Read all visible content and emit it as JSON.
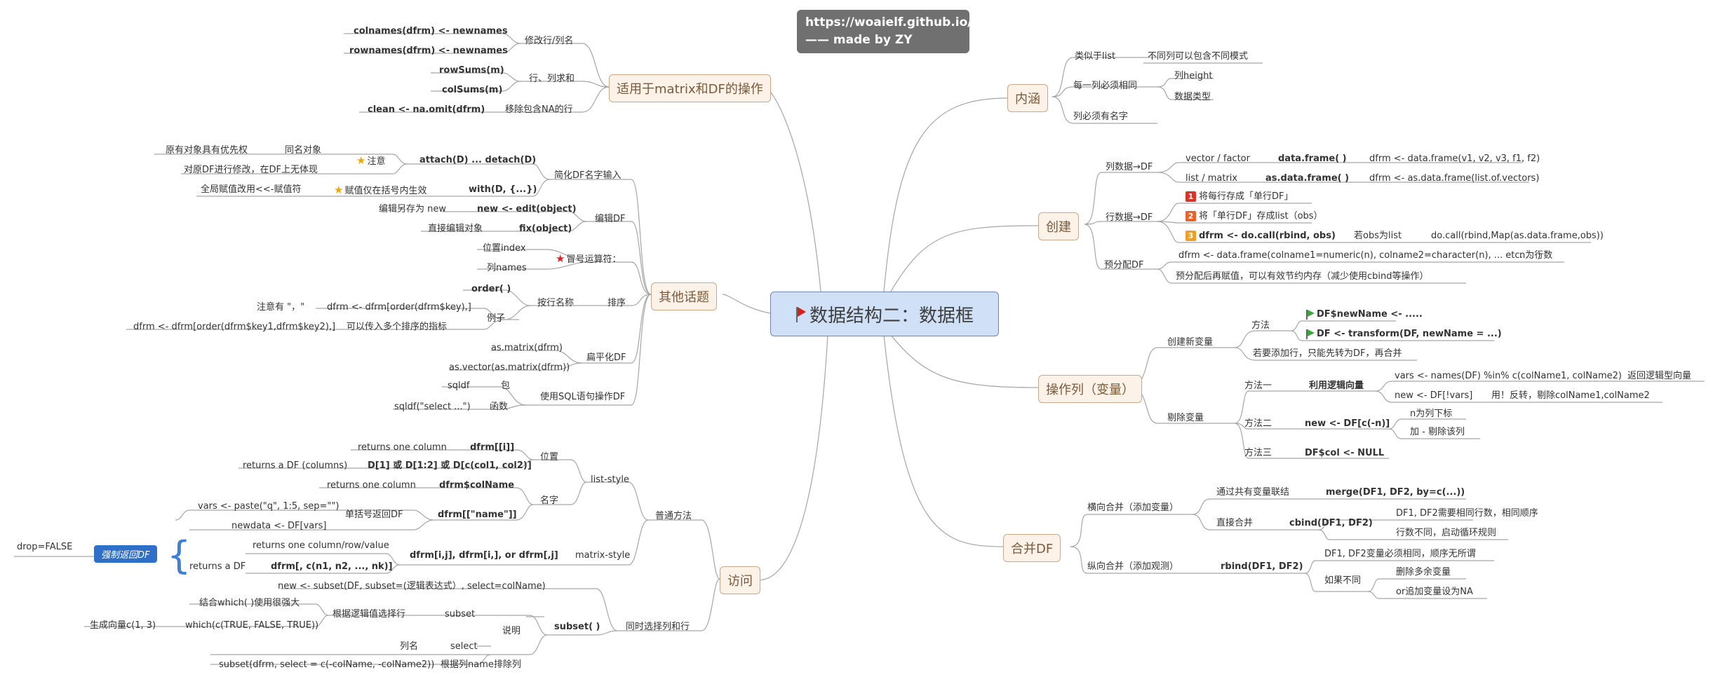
{
  "header": {
    "url_line1": "https://woaielf.github.io/",
    "url_line2": "—— made by ZY"
  },
  "central": {
    "title": "数据结构二：数据框"
  },
  "tag": {
    "label": "强制返回DF"
  },
  "topics": {
    "matrix_df": "适用于matrix和DF的操作",
    "other": "其他话题",
    "access": "访问",
    "meaning": "内涵",
    "create": "创建",
    "col_ops": "操作列（变量）",
    "merge": "合并DF"
  },
  "nodes": {
    "m_colnames": "colnames(dfrm) <- newnames",
    "m_rownames": "rownames(dfrm) <- newnames",
    "m_mod": "修改行/列名",
    "m_rowsums": "rowSums(m)",
    "m_colsums": "colSums(m)",
    "m_rowcol": "行、列求和",
    "m_clean": "clean <- na.omit(dfrm)",
    "m_na": "移除包含NA的行",
    "o_orig": "原有对象具有优先权",
    "o_same": "同名对象",
    "o_note": "注意",
    "o_attach": "attach(D) ... detach(D)",
    "o_simplify": "简化DF名字输入",
    "o_whole": "对原DF进行修改，在DF上无体现",
    "o_global": "全局赋值改用<<-赋值符",
    "o_assign": "赋值仅在括号内生效",
    "o_with": "with(D, {...})",
    "o_saveas": "编辑另存为 new",
    "o_edit_cmd": "new <- edit(object)",
    "o_edit": "编辑DF",
    "o_direct": "直接编辑对象",
    "o_fix": "fix(object)",
    "o_posindex": "位置index",
    "o_colnames": "列names",
    "o_colon": "冒号运算符：",
    "o_order": "order( )",
    "o_byname": "按行名称",
    "o_sort": "排序",
    "o_note2": "注意有 \"，\"",
    "o_order_ex": "dfrm <- dfrm[order(dfrm$key),]",
    "o_example": "例子",
    "o_order2": "dfrm <- dfrm[order(dfrm$key1,dfrm$key2),]",
    "o_multi": "可以传入多个排序的指标",
    "o_asmatrix": "as.matrix(dfrm)",
    "o_asvector": "as.vector(as.matrix(dfrm))",
    "o_flatten": "扁平化DF",
    "o_sqldf": "sqldf",
    "o_pkg": "包",
    "o_sqlcall": "sqldf(\"select ...\")",
    "o_func": "函数",
    "o_sql": "使用SQL语句操作DF",
    "a_ret_one": "returns one column",
    "a_dfrm_i": "dfrm[[i]]",
    "a_ret_df": "returns a DF (columns)",
    "a_d1": "D[1] 或 D[1:2] 或 D[c(col1, col2)]",
    "a_pos": "位置",
    "a_listsyle": "list-style",
    "a_ret_one2": "returns one column",
    "a_colname": "dfrm$colName",
    "a_vars": "vars <- paste(\"q\", 1:5, sep=\"\")",
    "a_single": "单括号返回DF",
    "a_dname": "dfrm[[\"name\"]]",
    "a_name": "名字",
    "a_newdata": "newdata <- DF[vars]",
    "a_normal": "普通方法",
    "a_dropfalse": "drop=FALSE",
    "a_ret_cr": "returns one column/row/value",
    "a_dij": "dfrm[i,j], dfrm[i,], or dfrm[,j]",
    "a_matrix": "matrix-style",
    "a_retdf": "returns a DF",
    "a_dfc": "dfrm[, c(n1, n2, ..., nk)]",
    "a_subset_new": "new <- subset(DF, subset=(逻辑表达式）, select=colName)",
    "a_which": "结合which( )使用很强大",
    "a_bylogic": "根据逻辑值选择行",
    "a_subset": "subset",
    "a_genvec": "生成向量c(1, 3)",
    "a_which2": "which(c(TRUE, FALSE, TRUE))",
    "a_explain": "说明",
    "a_subsetfn": "subset( )",
    "a_rowcol": "同时选择列和行",
    "a_colname2": "列名",
    "a_select": "select",
    "a_subset_ex": "subset(dfrm, select = c(-colName, -colName2))",
    "a_exclude": "根据列name排除列",
    "r_list": "类似于list",
    "r_diffmode": "不同列可以包含不同模式",
    "r_samelen": "每一列必须相同",
    "r_height": "列height",
    "r_type": "数据类型",
    "r_named": "列必须有名字",
    "c_coldata": "列数据→DF",
    "c_vecfac": "vector / factor",
    "c_dataframe": "data.frame( )",
    "c_df1": "dfrm <- data.frame(v1, v2, v3, f1, f2)",
    "c_listmat": "list / matrix",
    "c_asdf": "as.data.frame( )",
    "c_df2": "dfrm <- as.data.frame(list.of.vectors)",
    "c_rowdata": "行数据→DF",
    "c_step1": "将每行存成「单行DF」",
    "c_step2": "将「单行DF」存成list（obs）",
    "c_step3": "dfrm <- do.call(rbind, obs)",
    "c_iflist": "若obs为list",
    "c_docall": "do.call(rbind,Map(as.data.frame,obs))",
    "c_prealloc": "预分配DF",
    "c_predf": "dfrm <- data.frame(colname1=numeric(n), colname2=character(n), ... etc. ... )",
    "c_nrows": "n为行数",
    "c_prenote": "预分配后再赋值，可以有效节约内存（减少使用cbind等操作）",
    "p_newvar": "创建新变量",
    "p_method": "方法",
    "p_dollar": "DF$newName <- .....",
    "p_transform": "DF <- transform(DF, newName = ...)",
    "p_addrow": "若要添加行，只能先转为DF，再合并",
    "p_delvar": "剔除变量",
    "p_method1": "方法一",
    "p_logical": "利用逻辑向量",
    "p_vars": "vars <- names(DF) %in% c(colName1, colName2)",
    "p_retlogic": "返回逻辑型向量",
    "p_newvars": "new <- DF[!vars]",
    "p_invert": "用！反转，剔除colName1,colName2",
    "p_method2": "方法二",
    "p_newneg": "new <- DF[c(-n)]",
    "p_ncol": "n为列下标",
    "p_minus": "加 - 剔除该列",
    "p_method3": "方法三",
    "p_null": "DF$col <- NULL",
    "g_horiz": "横向合并（添加变量）",
    "g_common": "通过共有变量联结",
    "g_merge": "merge(DF1, DF2, by=c(...))",
    "g_direct": "直接合并",
    "g_cbind": "cbind(DF1, DF2)",
    "g_samerows": "DF1, DF2需要相同行数，相同顺序",
    "g_recycle": "行数不同，启动循环规则",
    "g_vert": "纵向合并（添加观测）",
    "g_rbind": "rbind(DF1, DF2)",
    "g_samevars": "DF1, DF2变量必须相同，顺序无所谓",
    "g_ifdiff": "如果不同",
    "g_delextra": "删除多余变量",
    "g_addna": "or追加变量设为NA"
  }
}
